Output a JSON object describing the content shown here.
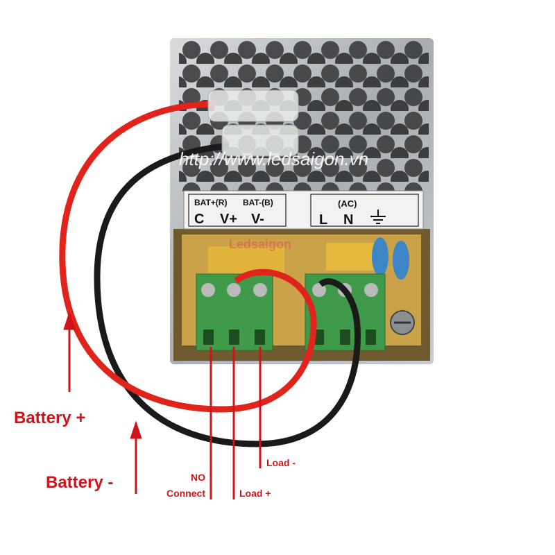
{
  "watermark": "http://www.ledsaigon.vn",
  "watermark_logo": "Ledsaigon",
  "panel_label": {
    "bat_plus": "BAT+(R)",
    "bat_minus": "BAT-(B)",
    "c": "C",
    "v_plus": "V+",
    "v_minus": "V-",
    "ac": "(AC)",
    "l": "L",
    "n": "N"
  },
  "annotations": {
    "battery_plus": "Battery +",
    "battery_minus": "Battery -",
    "no_connect_line1": "NO",
    "no_connect_line2": "Connect",
    "load_plus": "Load +",
    "load_minus": "Load -"
  },
  "colors": {
    "annotation_red": "#d0121b",
    "wire_red": "#e0241c",
    "wire_black": "#1a1a1a",
    "terminal_green": "#3f9a4a",
    "case_metal": "#b9bcbf"
  }
}
